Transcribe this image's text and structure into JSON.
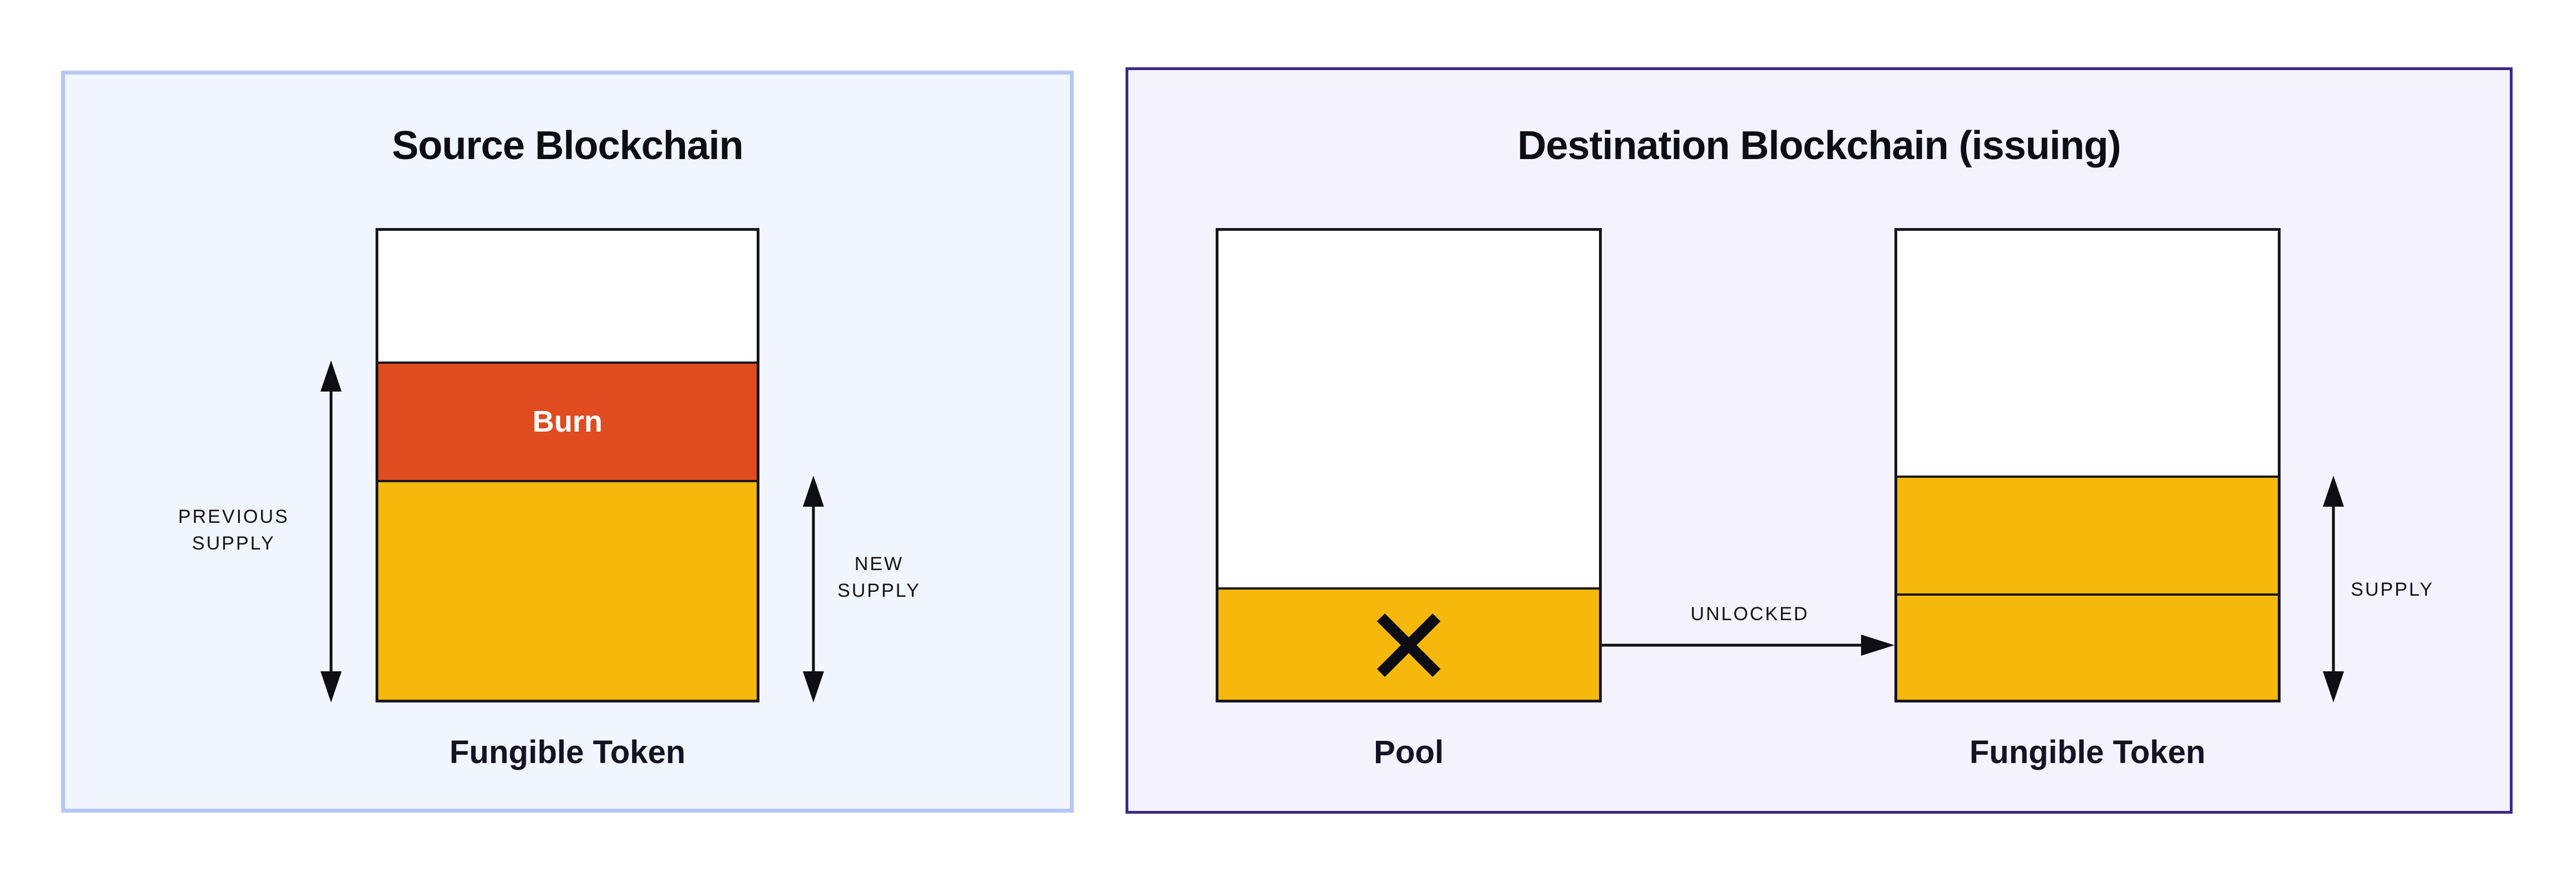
{
  "source_panel": {
    "title": "Source Blockchain",
    "bg": "#f1f5fd",
    "border_color": "#b5c7f3",
    "bar": {
      "label": "Fungible Token",
      "segments": [
        {
          "name": "unminted",
          "color": "#ffffff",
          "height": "27.9%",
          "label": ""
        },
        {
          "name": "burn",
          "color": "#e04b1f",
          "height": "25.2%",
          "label": "Burn"
        },
        {
          "name": "new-supply",
          "color": "#f6b80b",
          "height": "46.9%",
          "label": ""
        }
      ]
    },
    "previous_supply": {
      "lines": [
        "PREVIOUS",
        "SUPPLY"
      ]
    },
    "new_supply": {
      "lines": [
        "NEW",
        "SUPPLY"
      ]
    }
  },
  "destination_panel": {
    "title": "Destination Blockchain (issuing)",
    "bg": "#f4f2fc",
    "border_color": "#3b2a85",
    "pool_bar": {
      "label": "Pool",
      "segments": [
        {
          "name": "empty",
          "color": "#ffffff",
          "height": "76%",
          "label": ""
        },
        {
          "name": "locked-crossed-out",
          "color": "#f6b80b",
          "height": "24%",
          "label": ""
        }
      ]
    },
    "unlocked_label": "UNLOCKED",
    "token_bar": {
      "label": "Fungible Token",
      "segments": [
        {
          "name": "unminted",
          "color": "#ffffff",
          "height": "52.2%",
          "label": ""
        },
        {
          "name": "unlocked-added",
          "color": "#f6b80b",
          "height": "25.2%",
          "label": ""
        },
        {
          "name": "existing-supply",
          "color": "#f6b80b",
          "height": "22.6%",
          "label": ""
        }
      ]
    },
    "supply_label": "SUPPLY",
    "line_color": "#0e0e14"
  }
}
